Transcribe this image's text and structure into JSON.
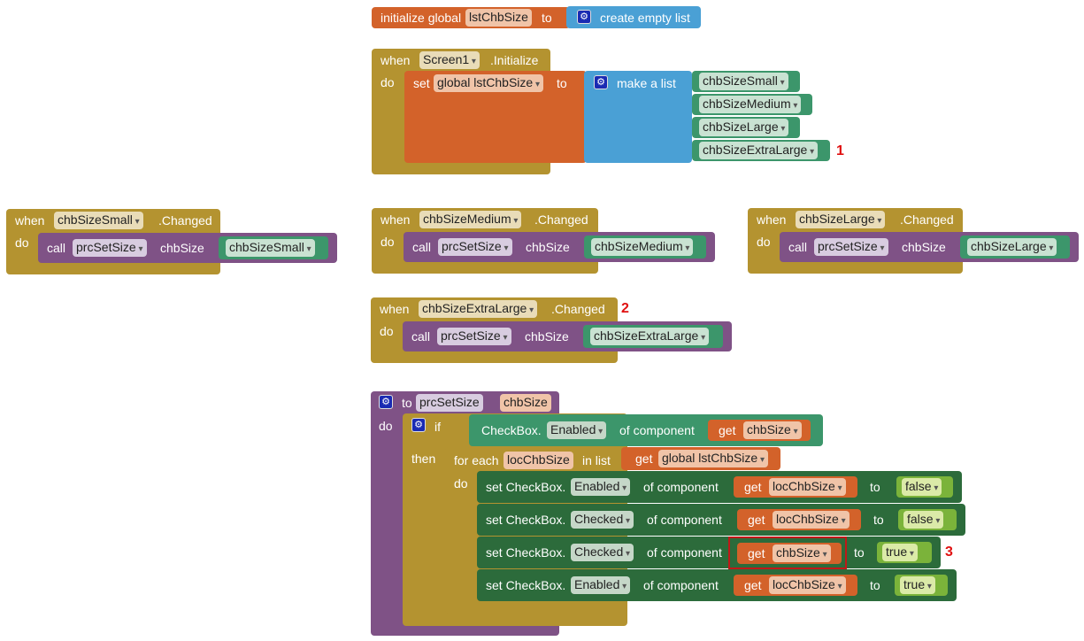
{
  "init_global": {
    "prefix": "initialize global",
    "name": "lstChbSize",
    "to": "to",
    "value": "create empty list"
  },
  "screen_init": {
    "when": "when",
    "component": "Screen1",
    "event": ".Initialize",
    "do": "do",
    "set": "set",
    "var": "global lstChbSize",
    "to": "to",
    "make_list": "make a list",
    "items": [
      "chbSizeSmall",
      "chbSizeMedium",
      "chbSizeLarge",
      "chbSizeExtraLarge"
    ],
    "marker": "1"
  },
  "changed_blocks": [
    {
      "when": "when",
      "component": "chbSizeSmall",
      "event": ".Changed",
      "do": "do",
      "call": "call",
      "proc": "prcSetSize",
      "param": "chbSize",
      "arg": "chbSizeSmall"
    },
    {
      "when": "when",
      "component": "chbSizeMedium",
      "event": ".Changed",
      "do": "do",
      "call": "call",
      "proc": "prcSetSize",
      "param": "chbSize",
      "arg": "chbSizeMedium"
    },
    {
      "when": "when",
      "component": "chbSizeLarge",
      "event": ".Changed",
      "do": "do",
      "call": "call",
      "proc": "prcSetSize",
      "param": "chbSize",
      "arg": "chbSizeLarge"
    },
    {
      "when": "when",
      "component": "chbSizeExtraLarge",
      "event": ".Changed",
      "do": "do",
      "call": "call",
      "proc": "prcSetSize",
      "param": "chbSize",
      "arg": "chbSizeExtraLarge",
      "marker": "2"
    }
  ],
  "procedure": {
    "to": "to",
    "name": "prcSetSize",
    "param": "chbSize",
    "do": "do",
    "if": "if",
    "then": "then",
    "cond_prefix": "CheckBox.",
    "cond_prop": "Enabled",
    "of_component": "of component",
    "get": "get",
    "cond_var": "chbSize",
    "for_each": "for each",
    "loop_var": "locChbSize",
    "in_list": "in list",
    "list_var": "global lstChbSize",
    "loop_do": "do",
    "set_rows": [
      {
        "set": "set CheckBox.",
        "prop": "Enabled",
        "of": "of component",
        "get": "get",
        "var": "locChbSize",
        "to": "to",
        "val": "false"
      },
      {
        "set": "set CheckBox.",
        "prop": "Checked",
        "of": "of component",
        "get": "get",
        "var": "locChbSize",
        "to": "to",
        "val": "false"
      },
      {
        "set": "set CheckBox.",
        "prop": "Checked",
        "of": "of component",
        "get": "get",
        "var": "chbSize",
        "to": "to",
        "val": "true",
        "marker": "3"
      },
      {
        "set": "set CheckBox.",
        "prop": "Enabled",
        "of": "of component",
        "get": "get",
        "var": "locChbSize",
        "to": "to",
        "val": "true"
      }
    ]
  },
  "colors": {
    "variables": "#d3622a",
    "control": "#b49330",
    "procedures": "#7f5286",
    "lists": "#4aa0d5",
    "component_getter": "#3c966b",
    "component_setter": "#2c6b3b",
    "logic": "#7bb33a",
    "marker": "#e01010",
    "highlight_box": "#c01818"
  }
}
